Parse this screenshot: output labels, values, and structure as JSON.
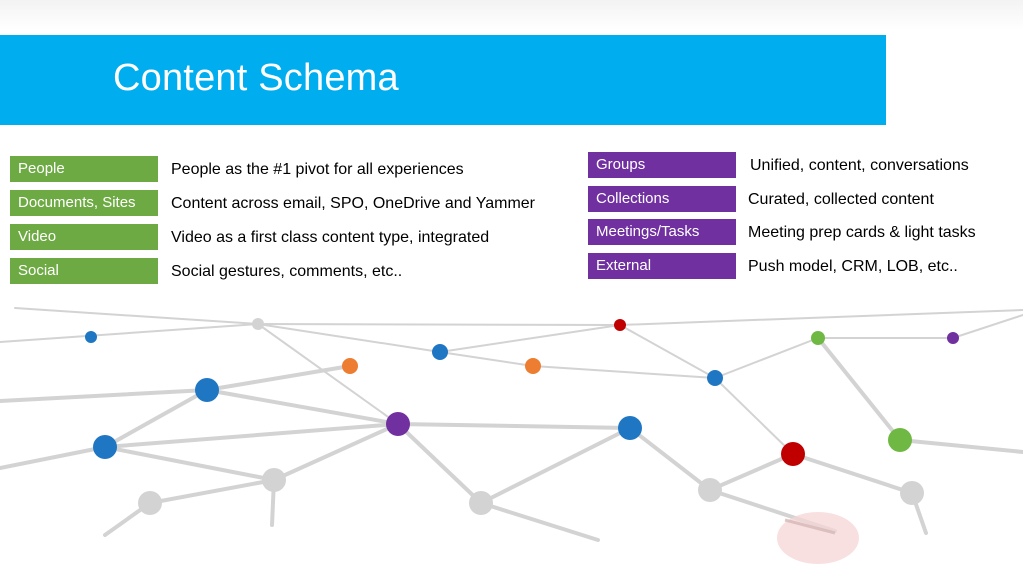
{
  "slide": {
    "title": "Content Schema"
  },
  "left_items": [
    {
      "tag": "People",
      "description": "People as the #1 pivot for all experiences"
    },
    {
      "tag": "Documents, Sites",
      "description": "Content across email, SPO, OneDrive and Yammer"
    },
    {
      "tag": "Video",
      "description": "Video as a first class content type, integrated"
    },
    {
      "tag": "Social",
      "description": "Social gestures, comments, etc.."
    }
  ],
  "right_items": [
    {
      "tag": "Groups",
      "description": "Unified, content, conversations"
    },
    {
      "tag": "Collections",
      "description": "Curated, collected content"
    },
    {
      "tag": "Meetings/Tasks",
      "description": "Meeting prep cards & light tasks"
    },
    {
      "tag": "External",
      "description": "Push model, CRM, LOB, etc.."
    }
  ],
  "colors": {
    "title_bar": "#00adef",
    "left_tags": "#6eaa44",
    "right_tags": "#7030a0",
    "node_blue": "#1f77c4",
    "node_orange": "#ed7d31",
    "node_purple": "#7030a0",
    "node_green": "#70b844",
    "node_red": "#c00000",
    "node_gray": "#d0d0d0",
    "edge": "#d0d0d0"
  }
}
